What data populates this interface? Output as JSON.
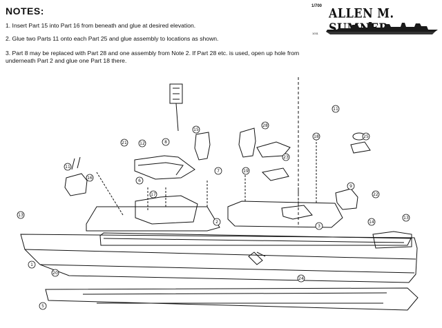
{
  "header": {
    "notes_title": "NOTES:",
    "scale": "1/700",
    "ship_name": "ALLEN M. SUMNER",
    "brand_code": "1031"
  },
  "notes": [
    "1. Insert Part 15 into Part 16 from beneath and glue at desired elevation.",
    "2. Glue two Parts 11 onto each Part 25 and glue assembly to locations as shown.",
    "3. Part 8 may be replaced with Part 28 and one assembly from Note 2. If Part 28 etc. is used, open up hole from underneath Part 2 and glue one Part 18 there."
  ],
  "part_callouts": [
    {
      "id": "p13a",
      "label": "13"
    },
    {
      "id": "p16",
      "label": "16"
    },
    {
      "id": "p11a",
      "label": "11"
    },
    {
      "id": "p12",
      "label": "12"
    },
    {
      "id": "p21",
      "label": "21"
    },
    {
      "id": "p8",
      "label": "8"
    },
    {
      "id": "p6",
      "label": "6"
    },
    {
      "id": "p17",
      "label": "17"
    },
    {
      "id": "p15",
      "label": "15"
    },
    {
      "id": "p2",
      "label": "2"
    },
    {
      "id": "p7",
      "label": "7"
    },
    {
      "id": "p3",
      "label": "3"
    },
    {
      "id": "p1",
      "label": "1"
    },
    {
      "id": "p5",
      "label": "5"
    },
    {
      "id": "p20",
      "label": "20"
    },
    {
      "id": "p25",
      "label": "25"
    },
    {
      "id": "p28",
      "label": "28"
    },
    {
      "id": "p13b",
      "label": "13"
    },
    {
      "id": "p24",
      "label": "24"
    },
    {
      "id": "p14",
      "label": "14"
    },
    {
      "id": "p19",
      "label": "19"
    },
    {
      "id": "p11b",
      "label": "11"
    },
    {
      "id": "p9",
      "label": "9"
    },
    {
      "id": "p22",
      "label": "22"
    },
    {
      "id": "p23",
      "label": "23"
    },
    {
      "id": "p18",
      "label": "18"
    }
  ]
}
